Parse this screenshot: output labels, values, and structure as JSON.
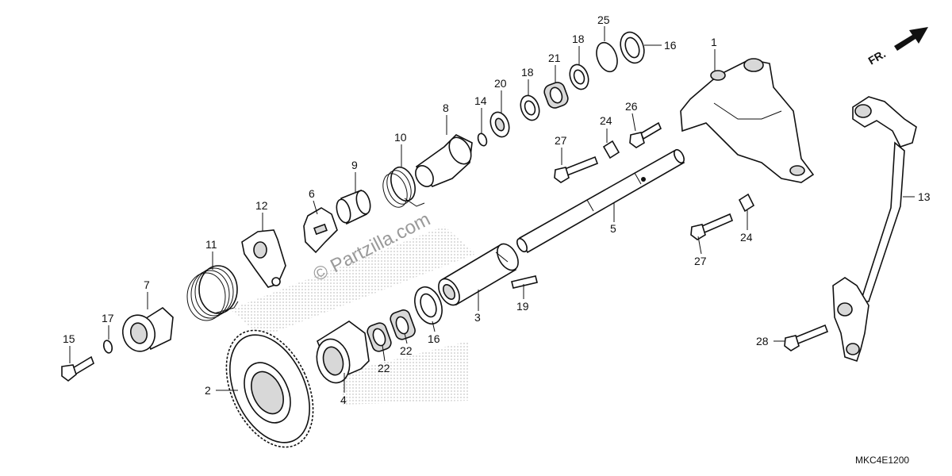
{
  "watermark": "© Partzilla.com",
  "diagram_code": "MKC4E1200",
  "direction_label": "FR.",
  "callouts": {
    "c1": "1",
    "c2": "2",
    "c3": "3",
    "c4": "4",
    "c5": "5",
    "c6": "6",
    "c7": "7",
    "c8": "8",
    "c9": "9",
    "c10": "10",
    "c11": "11",
    "c12": "12",
    "c13": "13",
    "c14": "14",
    "c15": "15",
    "c16a": "16",
    "c16b": "16",
    "c17": "17",
    "c18a": "18",
    "c18b": "18",
    "c19": "19",
    "c20": "20",
    "c21": "21",
    "c22a": "22",
    "c22b": "22",
    "c24a": "24",
    "c24b": "24",
    "c25": "25",
    "c26": "26",
    "c27a": "27",
    "c27b": "27",
    "c28": "28"
  }
}
